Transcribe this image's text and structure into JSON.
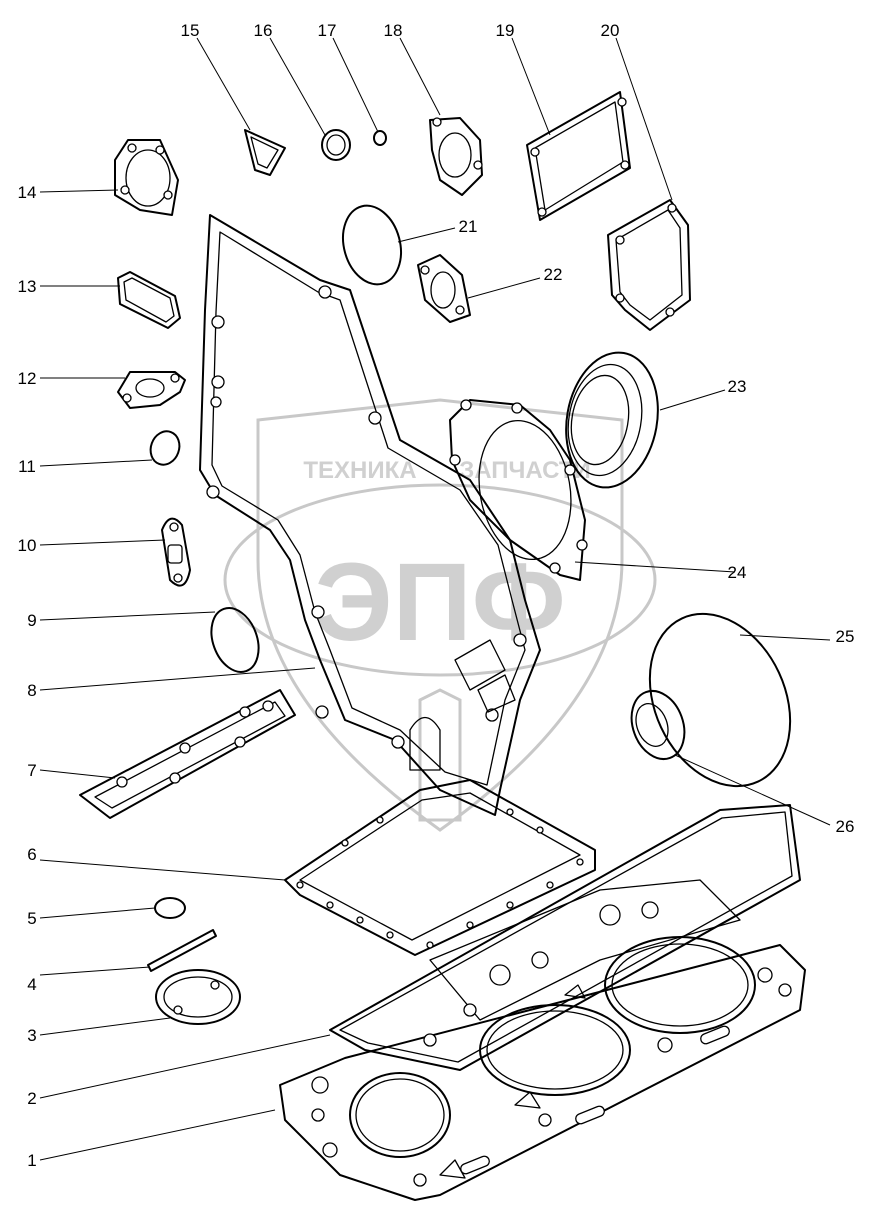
{
  "watermark": {
    "line1": "ТЕХНИКА",
    "line2": "ЗАПЧАСТИ",
    "logo": "ЭПФ"
  },
  "callouts": [
    "1",
    "2",
    "3",
    "4",
    "5",
    "6",
    "7",
    "8",
    "9",
    "10",
    "11",
    "12",
    "13",
    "14",
    "15",
    "16",
    "17",
    "18",
    "19",
    "20",
    "21",
    "22",
    "23",
    "24",
    "25",
    "26"
  ]
}
